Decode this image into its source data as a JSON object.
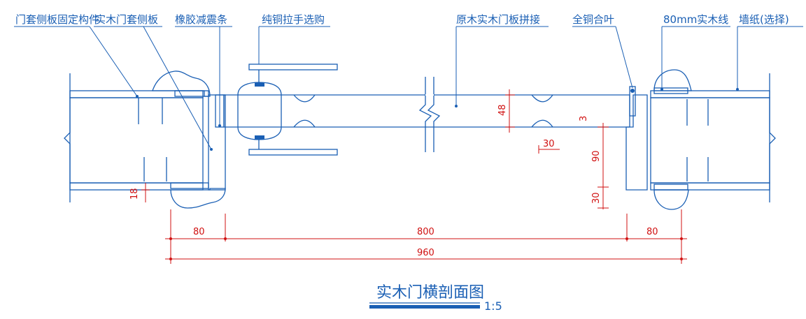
{
  "labels": {
    "frame_side_fixing": "门套侧板固定构件",
    "solid_wood_frame_side": "实木门套侧板",
    "rubber_strip": "橡胶减震条",
    "copper_handle": "纯铜拉手选购",
    "solid_wood_panel_joint": "原木实木门板拼接",
    "copper_hinge": "全铜合叶",
    "trim_80mm": "80mm实木线",
    "wallpaper": "墙纸(选择)"
  },
  "dimensions": {
    "left_80": "80",
    "door_800": "800",
    "right_80": "80",
    "overall_960": "960",
    "thickness_48": "48",
    "gap_30": "30",
    "v_90": "90",
    "v_30": "30",
    "v_3": "3",
    "left_18": "18"
  },
  "title": {
    "text": "实木门横剖面图",
    "scale": "1:5"
  },
  "colors": {
    "line": "#1a5fb4",
    "dimension": "#d01010",
    "title_bar": "#1a5fb4"
  }
}
